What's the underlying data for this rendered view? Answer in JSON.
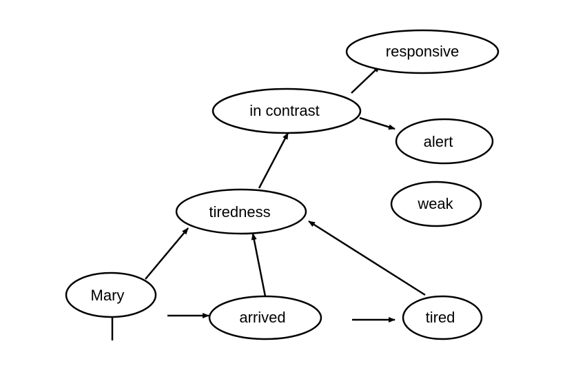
{
  "nodes": {
    "responsive": "responsive",
    "in_contrast": "in contrast",
    "alert": "alert",
    "weak": "weak",
    "tiredness": "tiredness",
    "mary": "Mary",
    "arrived": "arrived",
    "tired": "tired"
  },
  "colors": {
    "stroke": "#000000",
    "fill": "#ffffff",
    "background": "#ffffff"
  }
}
